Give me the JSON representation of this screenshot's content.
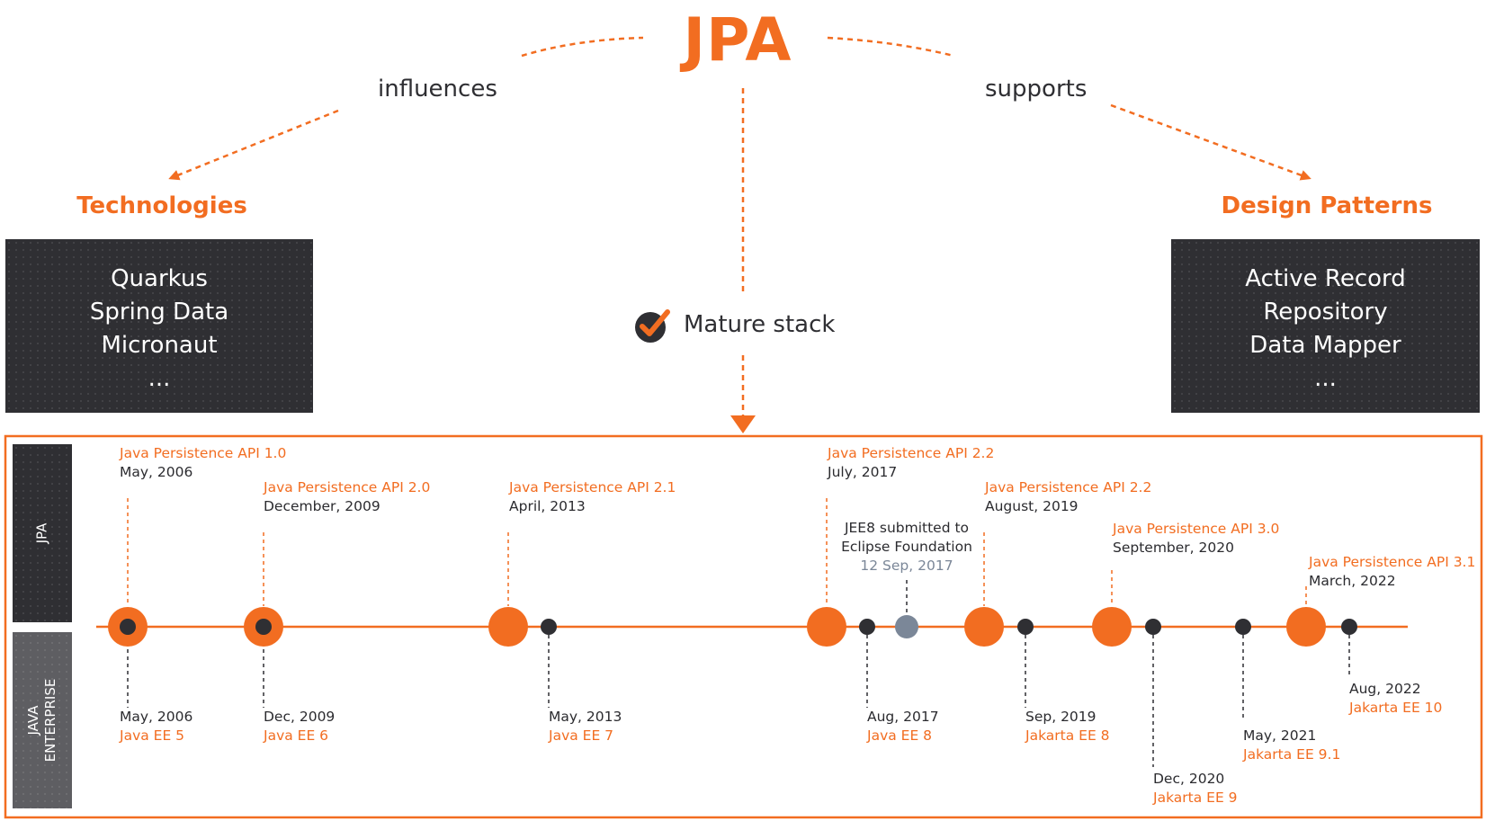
{
  "title": "JPA",
  "relations": {
    "left": "influences",
    "right": "supports"
  },
  "technologies": {
    "heading": "Technologies",
    "items": [
      "Quarkus",
      "Spring Data",
      "Micronaut",
      "..."
    ]
  },
  "design_patterns": {
    "heading": "Design Patterns",
    "items": [
      "Active Record",
      "Repository",
      "Data Mapper",
      "..."
    ]
  },
  "mature_stack": {
    "label": "Mature stack",
    "icon": "checkmark-icon"
  },
  "timeline": {
    "band_jpa": "JPA",
    "band_enterprise_line1": "JAVA",
    "band_enterprise_line2": "ENTERPRISE",
    "jpa_releases": [
      {
        "name": "Java Persistence API 1.0",
        "date": "May, 2006"
      },
      {
        "name": "Java Persistence API 2.0",
        "date": "December, 2009"
      },
      {
        "name": "Java Persistence API 2.1",
        "date": "April, 2013"
      },
      {
        "name": "Java Persistence API 2.2",
        "date": "July, 2017"
      },
      {
        "name": "Java Persistence API 2.2",
        "date": "August, 2019"
      },
      {
        "name": "Java Persistence API 3.0",
        "date": "September, 2020"
      },
      {
        "name": "Java Persistence API 3.1",
        "date": "March, 2022"
      }
    ],
    "enterprise_releases": [
      {
        "date": "May, 2006",
        "name": "Java EE 5"
      },
      {
        "date": "Dec, 2009",
        "name": "Java EE 6"
      },
      {
        "date": "May, 2013",
        "name": "Java EE 7"
      },
      {
        "date": "Aug, 2017",
        "name": "Java EE 8"
      },
      {
        "date": "Sep, 2019",
        "name": "Jakarta EE 8"
      },
      {
        "date": "Dec, 2020",
        "name": "Jakarta EE 9"
      },
      {
        "date": "May, 2021",
        "name": "Jakarta EE 9.1"
      },
      {
        "date": "Aug, 2022",
        "name": "Jakarta EE 10"
      }
    ],
    "event": {
      "line1": "JEE8 submitted to",
      "line2": "Eclipse Foundation",
      "date": "12 Sep, 2017"
    }
  },
  "colors": {
    "accent": "#f26d21",
    "dark": "#2f2f33",
    "event_gray": "#7b8798"
  }
}
